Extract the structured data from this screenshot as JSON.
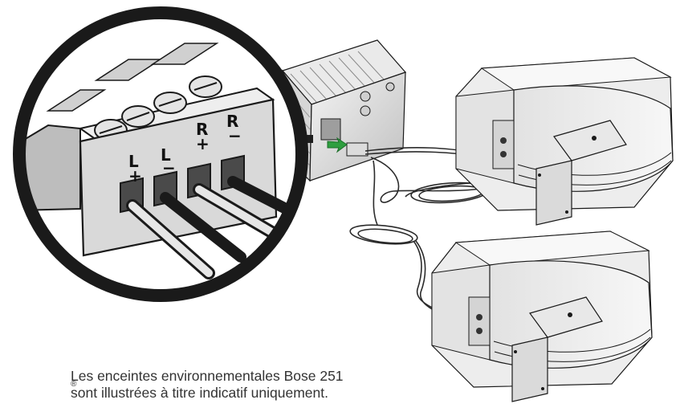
{
  "diagram": {
    "terminal_labels": [
      "L",
      "L",
      "R",
      "R"
    ],
    "terminal_polarity": [
      "+",
      "−",
      "+",
      "−"
    ],
    "caption_line1": "Les enceintes environnementales Bose 251",
    "caption_reg": "®",
    "caption_line2": "sont illustrées à titre indicatif uniquement.",
    "colors": {
      "outline": "#1a1a1a",
      "fill_light": "#f0f0f0",
      "fill_mid": "#d9d9d9",
      "fill_dark": "#bdbdbd",
      "wire": "#2b2b2b",
      "arrow": "#2e9e3f",
      "caption_text": "#333333"
    },
    "icons": [
      "magnifier-circle",
      "amplifier",
      "speaker",
      "green-arrow"
    ]
  }
}
